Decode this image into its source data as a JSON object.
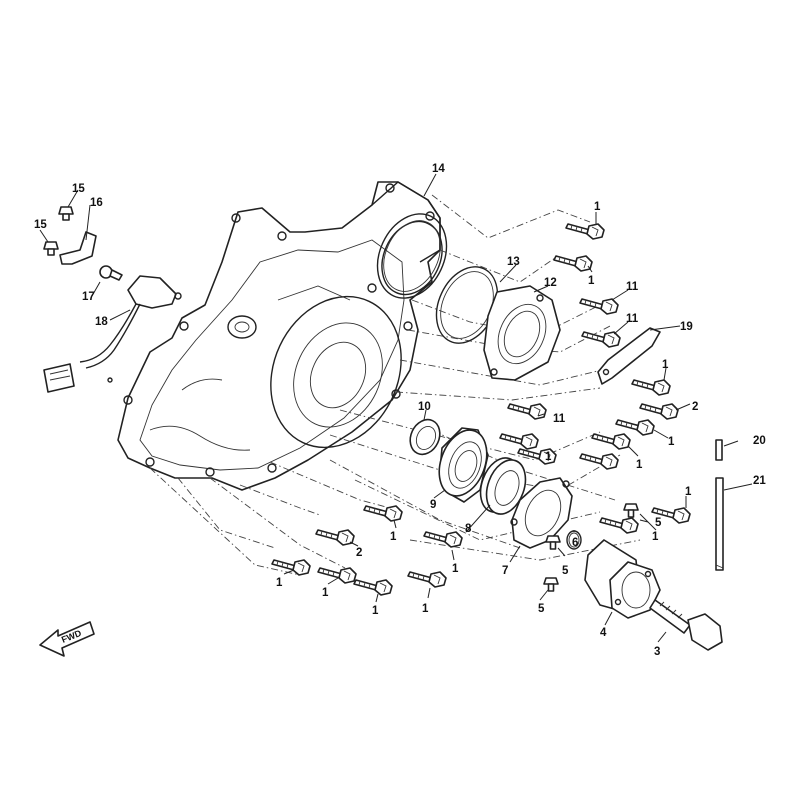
{
  "diagram": {
    "direction_label": "FWD",
    "callouts": [
      "1",
      "2",
      "3",
      "4",
      "5",
      "6",
      "7",
      "8",
      "9",
      "10",
      "11",
      "12",
      "13",
      "14",
      "15",
      "16",
      "17",
      "18",
      "19",
      "20",
      "21"
    ]
  }
}
